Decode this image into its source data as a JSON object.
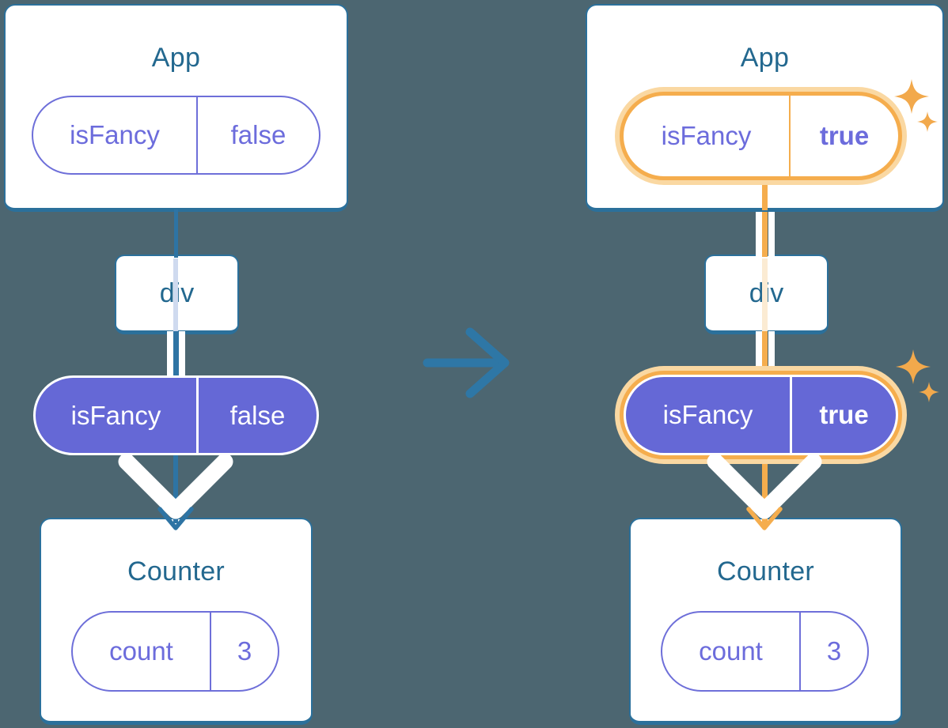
{
  "palette": {
    "background": "#4C6671",
    "card_border_blue": "#2B709B",
    "title_blue": "#23688F",
    "pill_purple_fill": "#6568D6",
    "pill_purple_text": "#6C6CDC",
    "wire_blue": "#2E74A4",
    "wire_lavender": "#CFDAEF",
    "highlight_orange": "#F5AD4D",
    "highlight_orange_glow": "#FAD8A2",
    "highlight_orange_pale": "#FBEBD3",
    "transition_arrow_blue": "#2E77A6",
    "flow_chevron_white": "#FFFFFF"
  },
  "icons": {
    "transition": "arrow-right-icon",
    "highlight": "sparkles-icon",
    "flow": "chevron-down-icon"
  },
  "before": {
    "app": {
      "title": "App",
      "prop": {
        "name": "isFancy",
        "value": "false"
      }
    },
    "container": {
      "label": "div"
    },
    "passed_prop": {
      "name": "isFancy",
      "value": "false"
    },
    "counter": {
      "title": "Counter",
      "state": {
        "name": "count",
        "value": "3"
      }
    }
  },
  "after": {
    "app": {
      "title": "App",
      "prop": {
        "name": "isFancy",
        "value": "true"
      }
    },
    "container": {
      "label": "div"
    },
    "passed_prop": {
      "name": "isFancy",
      "value": "true"
    },
    "counter": {
      "title": "Counter",
      "state": {
        "name": "count",
        "value": "3"
      }
    }
  }
}
